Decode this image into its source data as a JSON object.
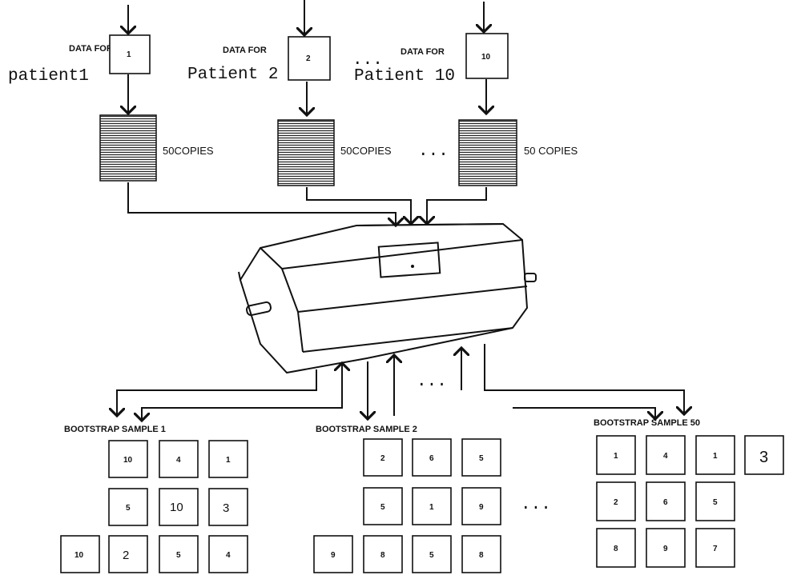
{
  "patients": [
    {
      "box_label": "1",
      "data_for": "DATA FOR",
      "name_label": "patient1",
      "copies_label": "50COPIES"
    },
    {
      "box_label": "2",
      "data_for": "DATA FOR",
      "name_label": "Patient 2",
      "copies_label": "50COPIES"
    },
    {
      "box_label": "10",
      "data_for": "DATA FOR",
      "name_label": "Patient 10",
      "copies_label": "50 COPIES"
    }
  ],
  "ellipsis": "...",
  "samples": [
    {
      "title": "BOOTSTRAP SAMPLE 1",
      "rows": [
        [
          "10",
          "4",
          "1"
        ],
        [
          "5",
          "10",
          "3"
        ],
        [
          "10",
          "2",
          "5",
          "4"
        ]
      ]
    },
    {
      "title": "BOOTSTRAP SAMPLE 2",
      "rows": [
        [
          "2",
          "6",
          "5"
        ],
        [
          "5",
          "1",
          "9"
        ],
        [
          "9",
          "8",
          "5",
          "8"
        ]
      ]
    },
    {
      "title": "BOOTSTRAP SAMPLE 50",
      "rows": [
        [
          "1",
          "4",
          "1"
        ],
        [
          "2",
          "6",
          "5"
        ],
        [
          "8",
          "9",
          "7"
        ]
      ]
    }
  ],
  "extra_box": "3"
}
